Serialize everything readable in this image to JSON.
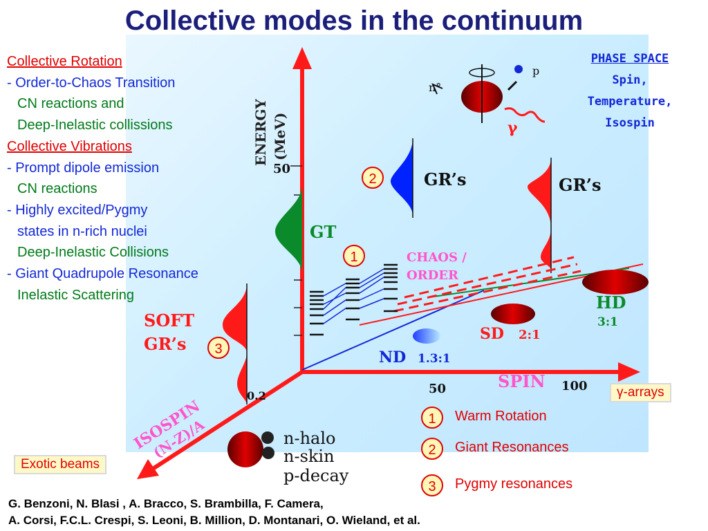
{
  "title": "Collective modes in the continuum",
  "left_list": {
    "rotation_header": "Collective Rotation",
    "rotation_item1": "- Order-to-Chaos Transition",
    "rotation_item2": "CN reactions and",
    "rotation_item3": "Deep-Inelastic collissions",
    "vibration_header": "Collective Vibrations",
    "vib_item1": "- Prompt dipole emission",
    "vib_item2": "CN reactions",
    "vib_item3": "- Highly excited/Pygmy",
    "vib_item4": "states in n-rich nuclei",
    "vib_item5": "Deep-Inelastic Collisions",
    "vib_item6": "- Giant Quadrupole Resonance",
    "vib_item7": "Inelastic Scattering"
  },
  "phase_space": {
    "header": "PHASE SPACE",
    "line1": "Spin,",
    "line2": "Temperature,",
    "line3": "Isospin"
  },
  "diagram": {
    "energy_axis_label": "ENERGY",
    "energy_axis_unit": "(MeV)",
    "energy_tick": "50",
    "spin_axis_label": "SPIN",
    "spin_tick_50": "50",
    "spin_tick_100": "100",
    "isospin_axis_label": "ISOSPIN",
    "isospin_axis_unit": "(N-Z)/A",
    "isospin_tick": "0.2",
    "gt_label": "GT",
    "gr_label_blue": "GR’s",
    "gr_label_red": "GR’s",
    "soft_gr_line1": "SOFT",
    "soft_gr_line2": "GR’s",
    "chaos_line1": "CHAOS /",
    "chaos_line2": "ORDER",
    "hd_label": "HD",
    "hd_ratio": "3:1",
    "sd_label": "SD",
    "sd_ratio": "2:1",
    "nd_label": "ND",
    "nd_ratio": "1.3:1",
    "exotic_line1": "n-halo",
    "exotic_line2": "n-skin",
    "exotic_line3": "p-decay",
    "n0_label": "n°",
    "p_label": "p",
    "gamma_label": "γ"
  },
  "circled": {
    "one": "1",
    "two": "2",
    "three": "3"
  },
  "legend": {
    "item1": "Warm Rotation",
    "item2": "Giant Resonances",
    "item3": "Pygmy resonances"
  },
  "gamma_arrays": "γ-arrays",
  "exotic_beams": "Exotic beams",
  "authors": {
    "line1": "G. Benzoni, N. Blasi , A. Bracco, S. Brambilla, F. Camera,",
    "line2": "A. Corsi,  F.C.L. Crespi, S. Leoni, B. Million, D. Montanari, O. Wieland, et al."
  },
  "colors": {
    "title": "#1b1f7a",
    "axis": "#ff1a1a",
    "blue_text": "#1228d6",
    "green_text": "#007a1a",
    "red_text": "#e00000"
  }
}
